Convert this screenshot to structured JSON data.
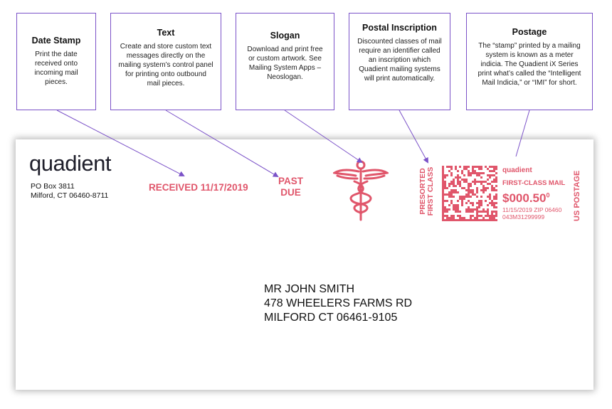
{
  "callouts": [
    {
      "title": "Date Stamp",
      "text": "Print the date received onto incoming mail pieces."
    },
    {
      "title": "Text",
      "text": "Create and store custom text messages directly on the mailing system’s control panel for printing onto outbound mail pieces."
    },
    {
      "title": "Slogan",
      "text": "Download and print free or custom artwork. See Mailing System Apps – Neoslogan."
    },
    {
      "title": "Postal Inscription",
      "text": "Discounted classes of mail require an identifier called an inscription which Quadient mailing systems will print automatically."
    },
    {
      "title": "Postage",
      "text": "The “stamp” printed by a mailing system is known as a meter indicia. The Quadient iX Series print what’s called the “Intelligent Mail Indicia,” or “IMI” for short."
    }
  ],
  "envelope": {
    "logo": "quadient",
    "return_address": [
      "PO Box 3811",
      "Milford, CT  06460-8711"
    ],
    "received_stamp": "RECEIVED 11/17/2019",
    "custom_text": [
      "PAST",
      "DUE"
    ],
    "inscription": [
      "PRESORTED",
      "FIRST CLASS"
    ],
    "indicia": {
      "brand": "quadient",
      "mail_class": "FIRST-CLASS MAIL",
      "amount": "$000.50",
      "amount_suffix": "0",
      "date_zip": "11/15/2019  ZIP 06460",
      "meter_id": "043M31299999",
      "postage_label": "US POSTAGE"
    },
    "recipient": [
      "MR JOHN SMITH",
      "478 WHEELERS FARMS RD",
      "MILFORD CT 06461-9105"
    ]
  },
  "colors": {
    "accent": "#7b52c8",
    "stamp_red": "#e0566b"
  }
}
